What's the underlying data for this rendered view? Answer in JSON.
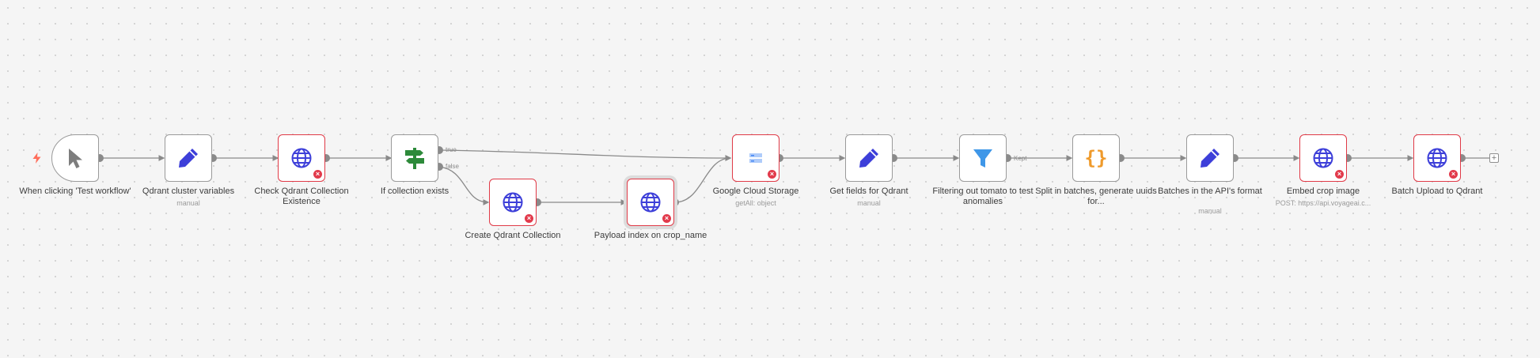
{
  "canvas": {
    "add_node_label": "+"
  },
  "nodes": [
    {
      "id": "trigger",
      "label": "When clicking 'Test workflow'",
      "sub": "",
      "icon": "cursor-icon"
    },
    {
      "id": "qdrant-vars",
      "label": "Qdrant cluster variables",
      "sub": "manual",
      "icon": "pencil-icon"
    },
    {
      "id": "check-collection",
      "label": "Check Qdrant Collection Existence",
      "sub": "",
      "icon": "globe-icon",
      "error": true
    },
    {
      "id": "if-exists",
      "label": "If collection exists",
      "sub": "",
      "icon": "signpost-icon"
    },
    {
      "id": "create-collection",
      "label": "Create Qdrant Collection",
      "sub": "",
      "icon": "globe-icon",
      "error": true
    },
    {
      "id": "payload-index",
      "label": "Payload index on crop_name",
      "sub": "",
      "icon": "globe-icon",
      "error": true
    },
    {
      "id": "gcs",
      "label": "Google Cloud Storage",
      "sub": "getAll: object",
      "icon": "storage-icon",
      "error": true
    },
    {
      "id": "get-fields",
      "label": "Get fields for Qdrant",
      "sub": "manual",
      "icon": "pencil-icon"
    },
    {
      "id": "filter",
      "label": "Filtering out tomato to test anomalies",
      "sub": "",
      "icon": "filter-icon"
    },
    {
      "id": "split",
      "label": "Split in batches, generate uuids for...",
      "sub": "",
      "icon": "code-braces-icon"
    },
    {
      "id": "batches-format",
      "label": "Batches in the API's format",
      "sub": "manual",
      "icon": "pencil-icon"
    },
    {
      "id": "embed",
      "label": "Embed crop image",
      "sub": "POST: https://api.voyageai.c...",
      "icon": "globe-icon",
      "error": true
    },
    {
      "id": "batch-upload",
      "label": "Batch Upload to Qdrant",
      "sub": "",
      "icon": "globe-icon",
      "error": true
    }
  ],
  "branches": {
    "true_label": "true",
    "false_label": "false",
    "kept_label": "Kept"
  },
  "colors": {
    "error": "#e03a47",
    "icon_blue": "#3d3fd9",
    "icon_green": "#2d8a3a",
    "icon_orange": "#ef9a2b",
    "edge": "#8a8a8a"
  }
}
